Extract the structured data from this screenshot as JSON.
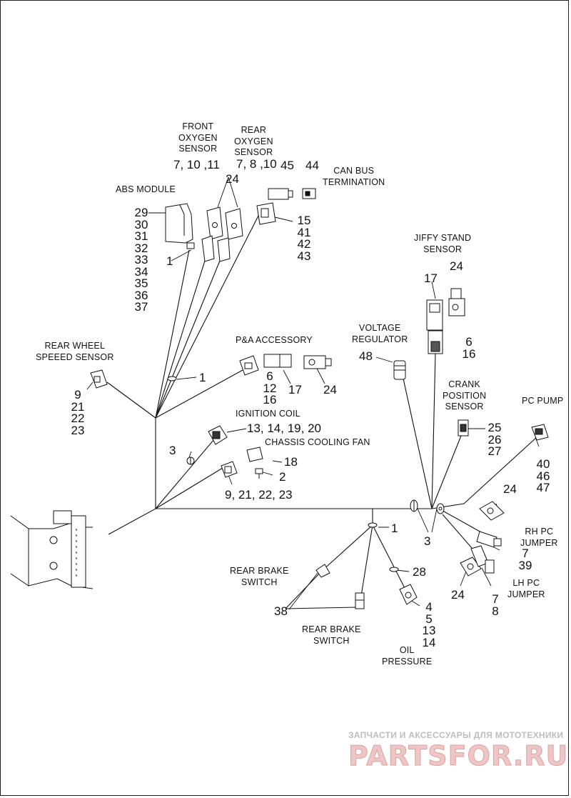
{
  "colors": {
    "line": "#111111",
    "background": "#ffffff",
    "watermark_text": "#bdbdbd",
    "watermark_logo": "#efc6c6"
  },
  "labels": {
    "front_oxygen_sensor": "FRONT\nOXYGEN\nSENSOR",
    "rear_oxygen_sensor": "REAR\nOXYGEN\nSENSOR",
    "can_bus_termination": "CAN BUS\nTERMINATION",
    "abs_module": "ABS MODULE",
    "jiffy_stand_sensor": "JIFFY STAND\nSENSOR",
    "voltage_regulator": "VOLTAGE\nREGULATOR",
    "rear_wheel_speed_sensor": "REAR WHEEL\nSPEEED SENSOR",
    "pa_accessory": "P&A ACCESSORY",
    "ignition_coil": "IGNITION COIL",
    "chassis_cooling_fan": "CHASSIS COOLING FAN",
    "crank_position_sensor": "CRANK\nPOSITION\nSENSOR",
    "pc_pump": "PC PUMP",
    "rh_pc_jumper": "RH PC\nJUMPER",
    "lh_pc_jumper": "LH PC\nJUMPER",
    "rear_brake_switch_upper": "REAR BRAKE\nSWITCH",
    "rear_brake_switch_lower": "REAR BRAKE\nSWITCH",
    "oil_pressure": "OIL\nPRESSURE"
  },
  "callouts": {
    "front_o2_nums": "7, 10 ,11",
    "rear_o2_nums": "7, 8 ,10",
    "n45": "45",
    "n44": "44",
    "n24_o2": "24",
    "abs_list": [
      "29",
      "30",
      "31",
      "32",
      "33",
      "34",
      "35",
      "36",
      "37"
    ],
    "n1_abs": "1",
    "can_list": [
      "15",
      "41",
      "42",
      "43"
    ],
    "n17_jiffy": "17",
    "n24_jiffy": "24",
    "jiffy_list": [
      "6",
      "16"
    ],
    "n48": "48",
    "rws_list": [
      "9",
      "21",
      "22",
      "23"
    ],
    "n1_mid": "1",
    "pa_list": [
      "6",
      "12",
      "16"
    ],
    "n17_pa": "17",
    "n24_pa": "24",
    "ignition_nums": "13, 14, 19, 20",
    "n3_left": "3",
    "n18": "18",
    "n2": "2",
    "bottom_nums": "9, 21, 22, 23",
    "crank_list": [
      "25",
      "26",
      "27"
    ],
    "pcpump_list": [
      "40",
      "46",
      "47"
    ],
    "n24_rh": "24",
    "n3_right": "3",
    "rh_list": [
      "7",
      "39"
    ],
    "n1_lower": "1",
    "n28": "28",
    "oil_list": [
      "4",
      "5",
      "13",
      "14"
    ],
    "n38": "38",
    "n24_lh": "24",
    "lh_list": [
      "7",
      "8"
    ]
  },
  "watermark": {
    "tagline": "ЗАПЧАСТИ И АКСЕССУАРЫ ДЛЯ МОТОТЕХНИКИ",
    "logo": "PARTSFOR.RU"
  }
}
